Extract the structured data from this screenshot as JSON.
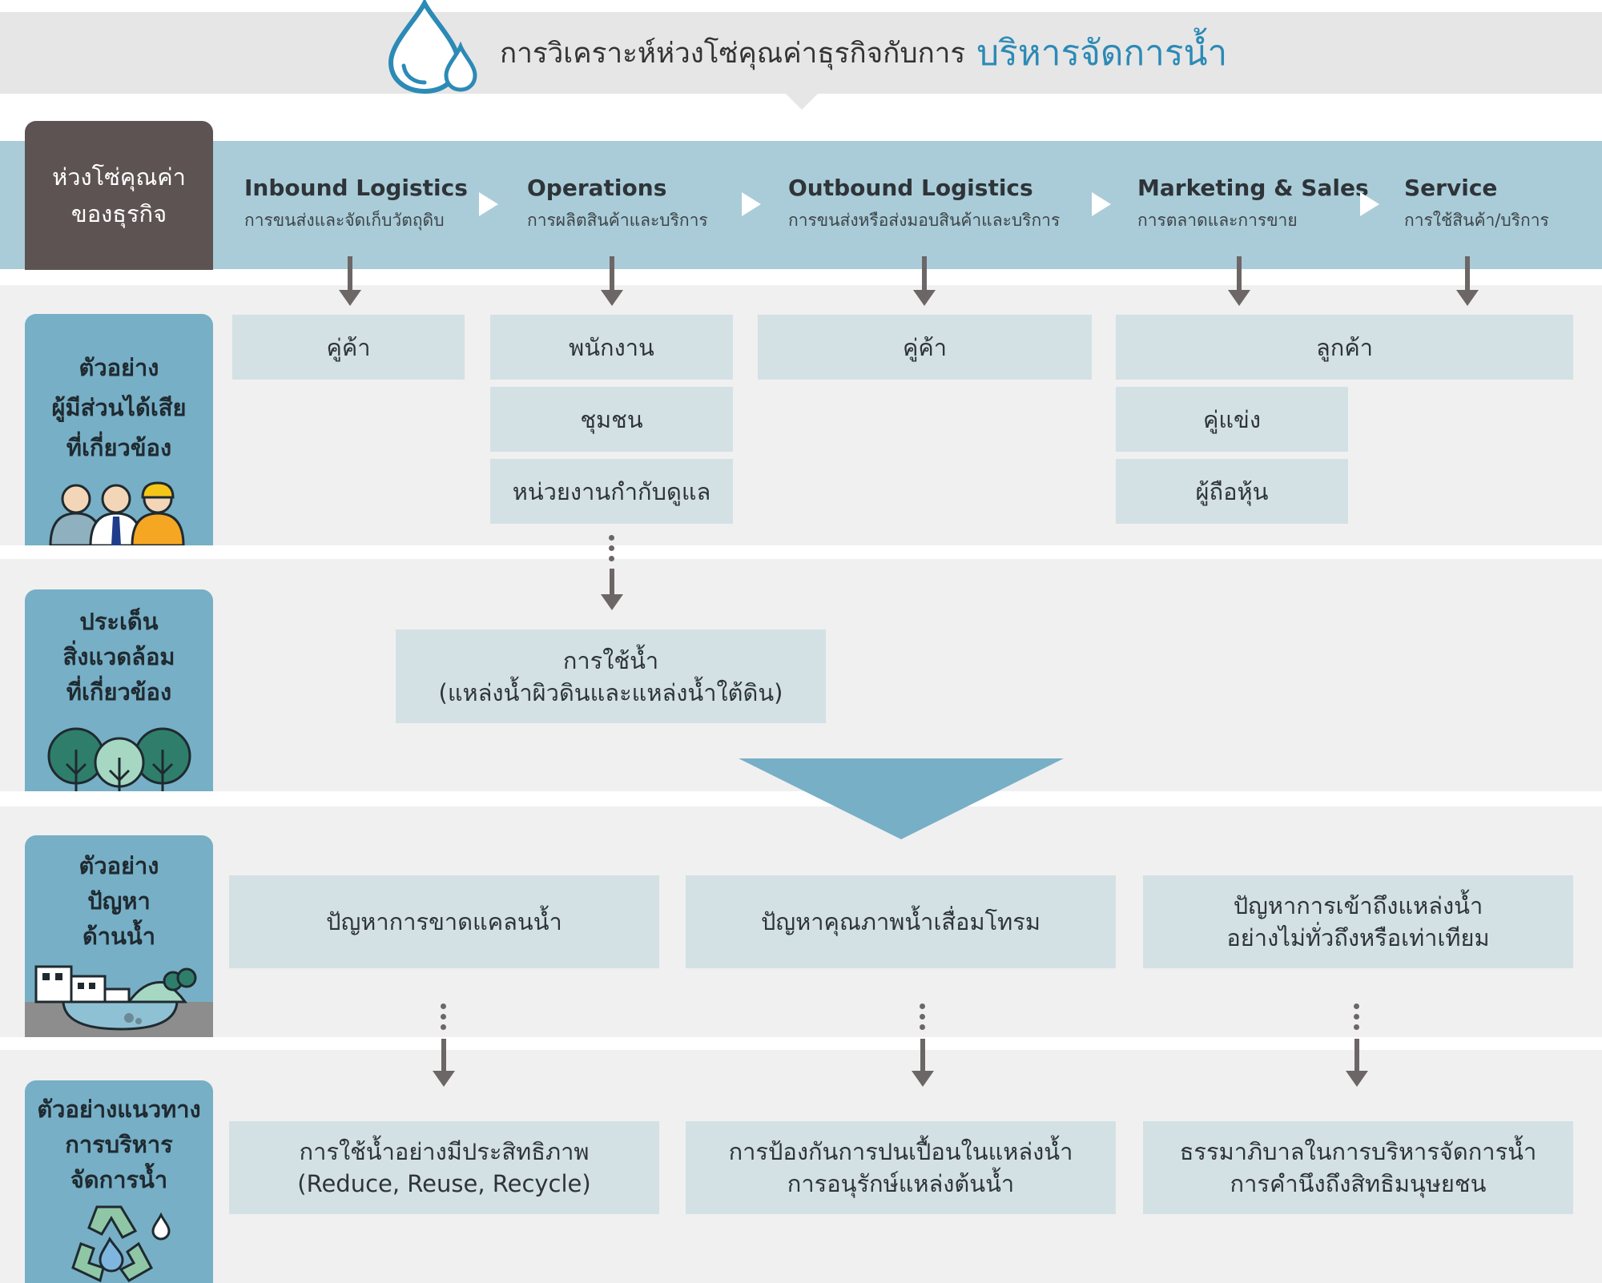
{
  "title": {
    "prefix": "การวิเคราะห์ห่วงโซ่คุณค่าธุรกิจกับการ",
    "highlight": "บริหารจัดการน้ำ"
  },
  "chain": {
    "label_lines": [
      "ห่วงโซ่คุณค่า",
      "ของธุรกิจ"
    ],
    "steps": [
      {
        "en": "Inbound Logistics",
        "th": "การขนส่งและจัดเก็บวัตถุดิบ"
      },
      {
        "en": "Operations",
        "th": "การผลิตสินค้าและบริการ"
      },
      {
        "en": "Outbound Logistics",
        "th": "การขนส่งหรือส่งมอบสินค้าและบริการ"
      },
      {
        "en": "Marketing & Sales",
        "th": "การตลาดและการขาย"
      },
      {
        "en": "Service",
        "th": "การใช้สินค้า/บริการ"
      }
    ]
  },
  "stakeholders": {
    "label_lines": [
      "ตัวอย่าง",
      "ผู้มีส่วนได้เสีย",
      "ที่เกี่ยวข้อง"
    ],
    "boxes": [
      "คู่ค้า",
      "พนักงาน",
      "ชุมชน",
      "หน่วยงานกำกับดูแล",
      "คู่ค้า",
      "ลูกค้า",
      "คู่แข่ง",
      "ผู้ถือหุ้น"
    ]
  },
  "environment": {
    "label_lines": [
      "ประเด็น",
      "สิ่งแวดล้อม",
      "ที่เกี่ยวข้อง"
    ],
    "box_lines": [
      "การใช้น้ำ",
      "(แหล่งน้ำผิวดินและแหล่งน้ำใต้ดิน)"
    ]
  },
  "problems": {
    "label_lines": [
      "ตัวอย่าง",
      "ปัญหา",
      "ด้านน้ำ"
    ],
    "boxes": [
      {
        "lines": [
          "ปัญหาการขาดแคลนน้ำ"
        ]
      },
      {
        "lines": [
          "ปัญหาคุณภาพน้ำเสื่อมโทรม"
        ]
      },
      {
        "lines": [
          "ปัญหาการเข้าถึงแหล่งน้ำ",
          "อย่างไม่ทั่วถึงหรือเท่าเทียม"
        ]
      }
    ]
  },
  "guidelines": {
    "label_lines": [
      "ตัวอย่างแนวทาง",
      "การบริหาร",
      "จัดการน้ำ"
    ],
    "boxes": [
      {
        "lines": [
          "การใช้น้ำอย่างมีประสิทธิภาพ",
          "(Reduce, Reuse, Recycle)"
        ]
      },
      {
        "lines": [
          "การป้องกันการปนเปื้อนในแหล่งน้ำ",
          "การอนุรักษ์แหล่งต้นน้ำ"
        ]
      },
      {
        "lines": [
          "ธรรมาภิบาลในการบริหารจัดการน้ำ",
          "การคำนึงถึงสิทธิมนุษยชน"
        ]
      }
    ]
  },
  "colors": {
    "accent": "#2c8ab6",
    "chain_band": "#a9ccd8",
    "side_label": "#77afc6",
    "box": "#d3e1e5",
    "dark_label": "#5d5352",
    "arrow": "#6d6666"
  }
}
